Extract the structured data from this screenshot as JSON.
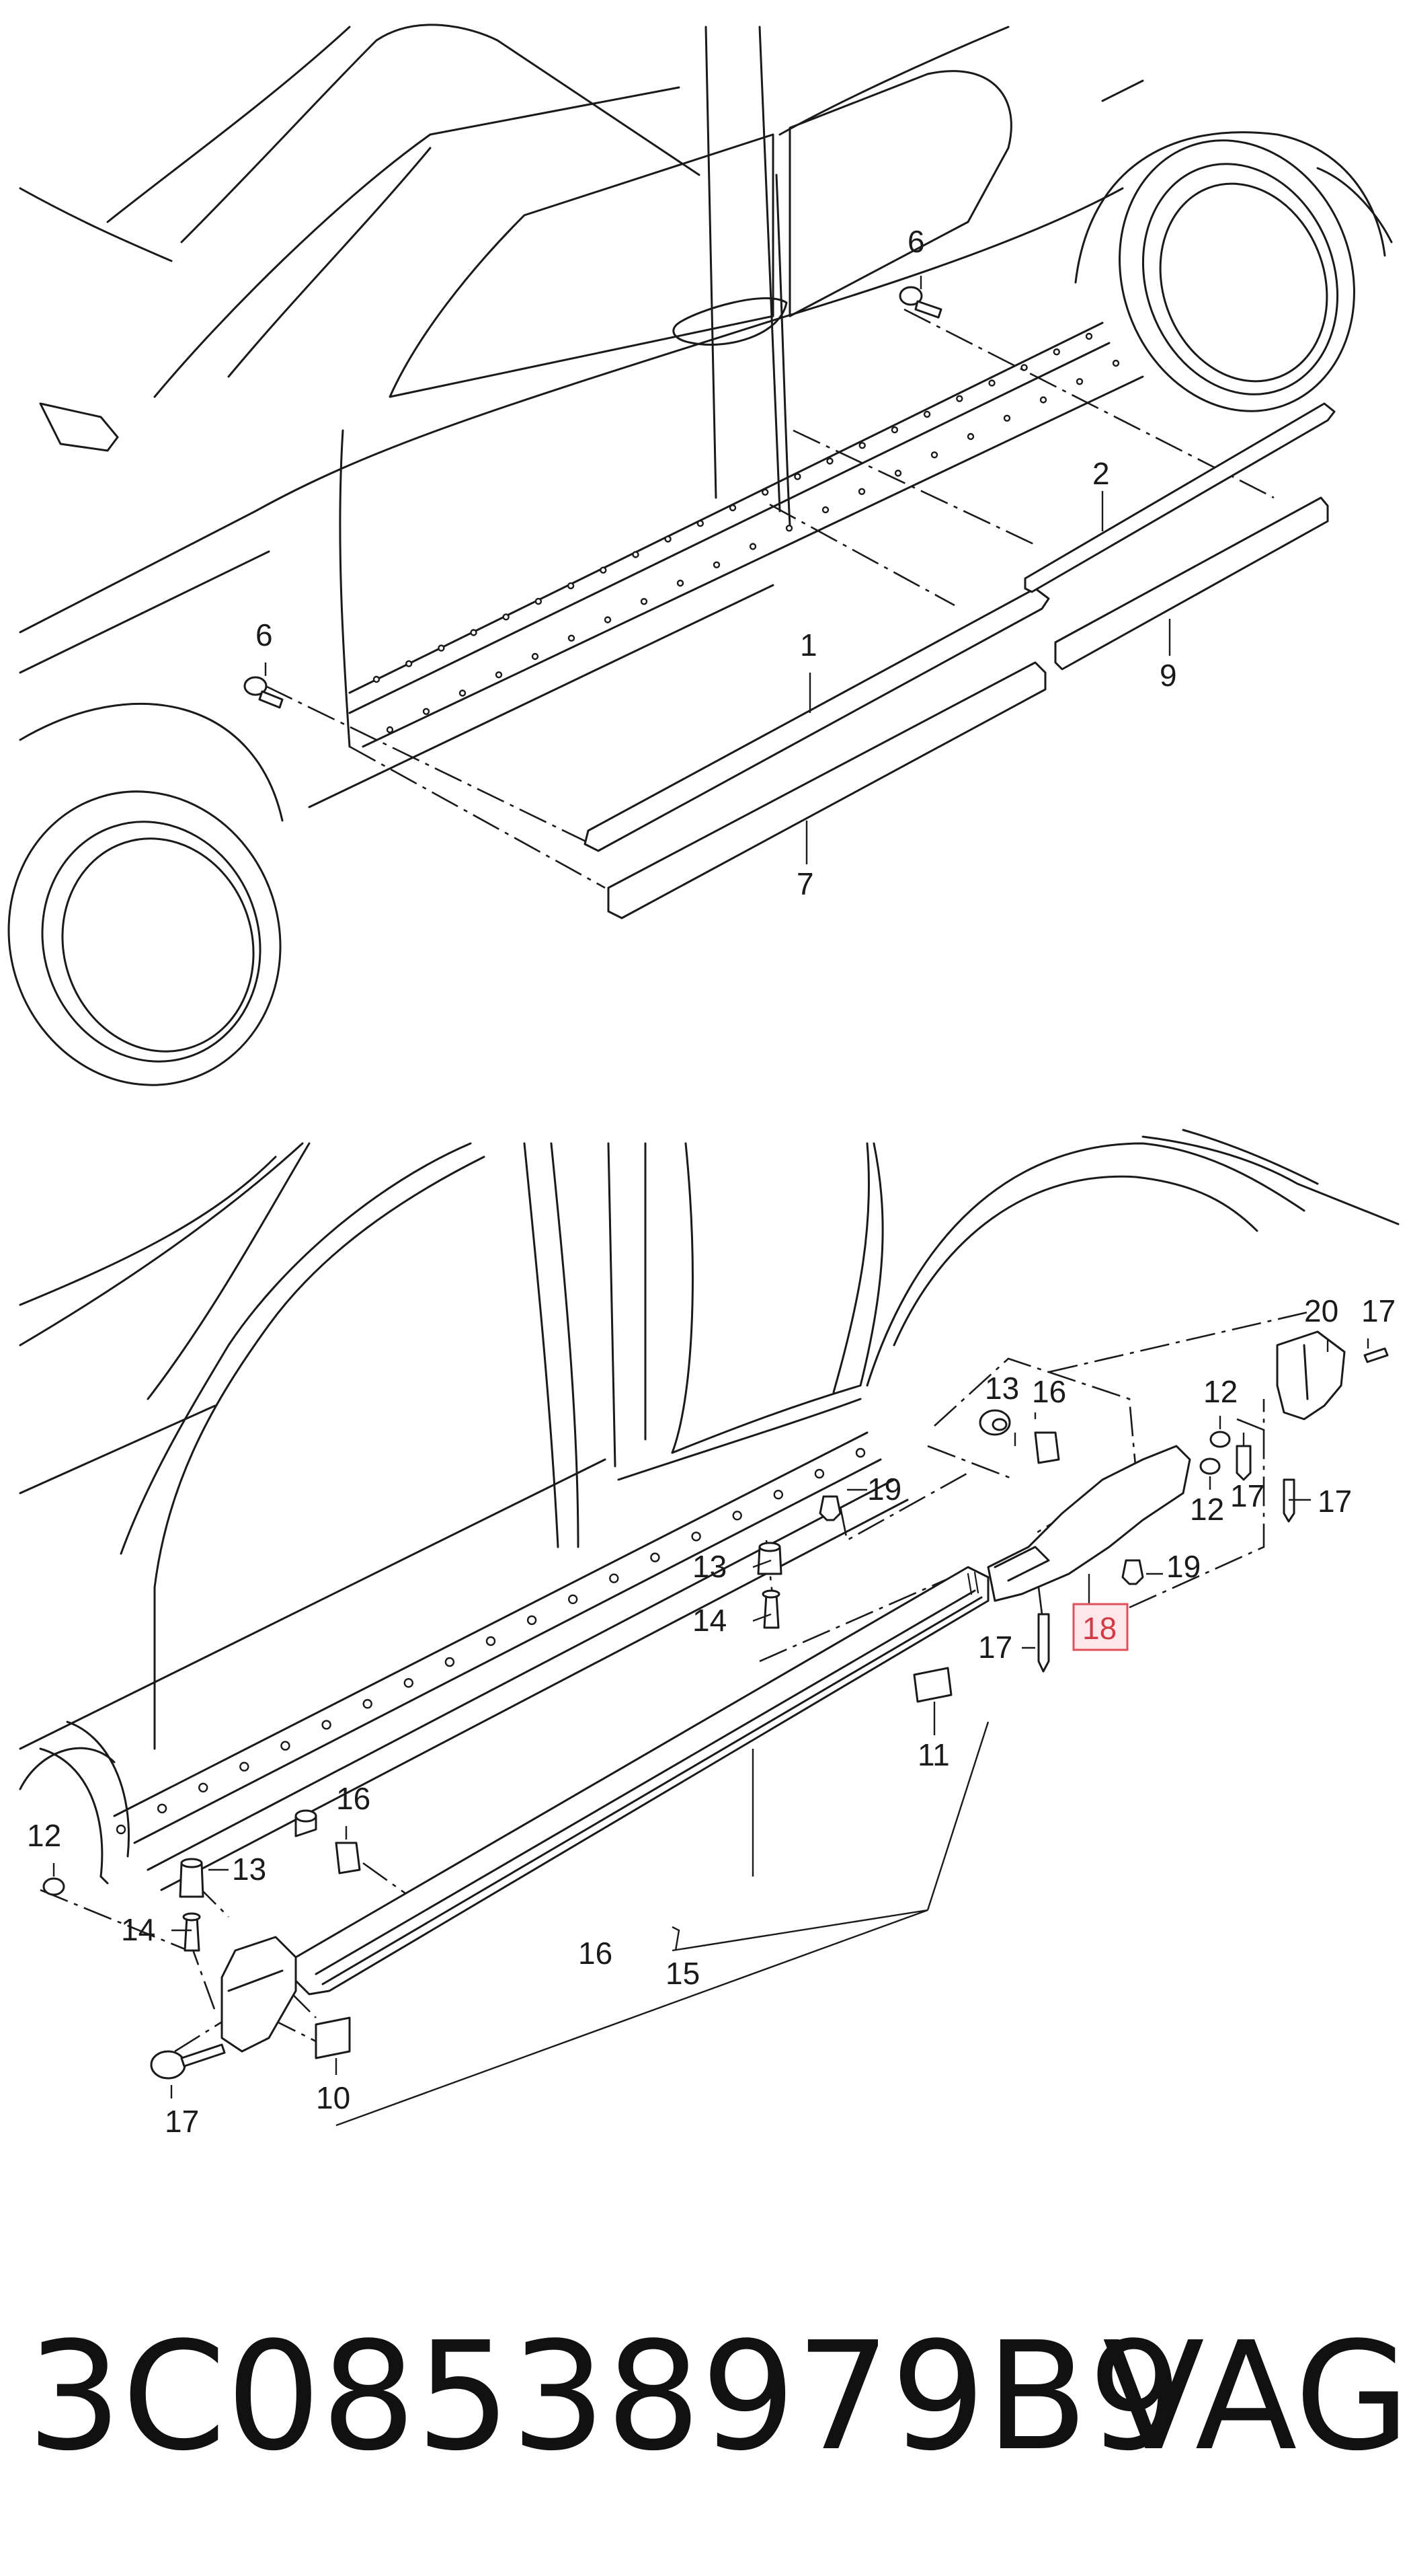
{
  "top_view": {
    "callouts": {
      "c1": "1",
      "c2": "2",
      "c6a": "6",
      "c6b": "6",
      "c7": "7",
      "c9": "9"
    }
  },
  "bottom_view": {
    "callouts": {
      "c10": "10",
      "c11": "11",
      "c12a": "12",
      "c12b": "12",
      "c12c": "12",
      "c13a": "13",
      "c13b": "13",
      "c13c": "13",
      "c14a": "14",
      "c14b": "14",
      "c15": "15",
      "c16a": "16",
      "c16b": "16",
      "c16c": "16",
      "c17a": "17",
      "c17b": "17",
      "c17c": "17",
      "c17d": "17",
      "c17e": "17",
      "c18": "18",
      "c19a": "19",
      "c19b": "19",
      "c20": "20"
    },
    "highlighted_callout": "18",
    "highlight_color": "#e0505a"
  },
  "footer": {
    "part_number": "3C08538979B9",
    "brand": "VAG"
  }
}
